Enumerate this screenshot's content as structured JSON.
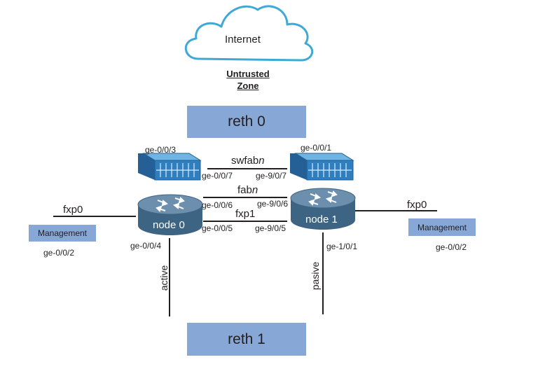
{
  "cloud": {
    "label": "Internet"
  },
  "zone": {
    "line1": "Untrusted",
    "line2": "Zone"
  },
  "reth0": "reth 0",
  "reth1": "reth 1",
  "links": {
    "swfab": "swfab",
    "swfab_italic": "n",
    "fab": "fab",
    "fab_italic": "n",
    "fxp1": "fxp1",
    "fxp0_left": "fxp0",
    "fxp0_right": "fxp0",
    "active": "active",
    "pasive": "pasive"
  },
  "nodes": {
    "node0": "node 0",
    "node1": "node 1"
  },
  "management": {
    "left": "Management",
    "right": "Management"
  },
  "ports": {
    "sw_left_top": "ge-0/0/3",
    "sw_right_top": "ge-0/0/1",
    "swfab_left": "ge-0/0/7",
    "swfab_right": "ge-9/0/7",
    "fab_left": "ge-0/0/6",
    "fab_right": "ge-9/0/6",
    "fxp1_left": "ge-0/0/5",
    "fxp1_right": "ge-9/0/5",
    "node0_down": "ge-0/0/4",
    "node1_down": "ge-1/0/1",
    "mgmt_left": "ge-0/0/2",
    "mgmt_right": "ge-0/0/2"
  },
  "colors": {
    "box_fill": "#87a7d7",
    "cloud_stroke": "#3fa9d6",
    "switch_fill": "#2f7fc0",
    "router_fill": "#4b6f8e",
    "line": "#231f20"
  }
}
